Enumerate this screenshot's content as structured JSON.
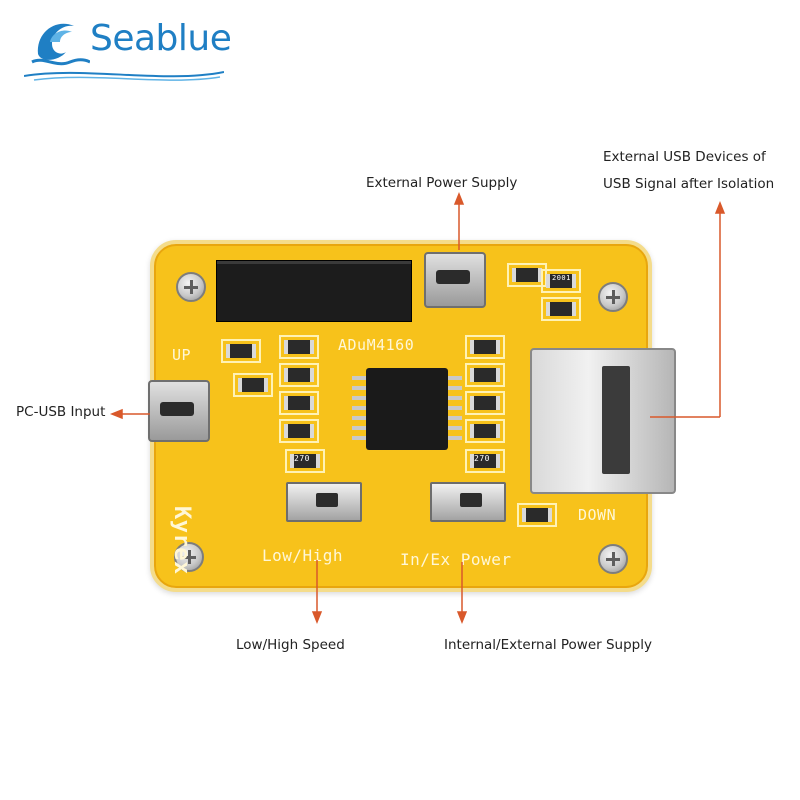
{
  "brand": {
    "name": "Seablue",
    "color": "#1f7fc4"
  },
  "callouts": {
    "external_power": "External Power Supply",
    "usb_devices_line1": "External USB Devices of",
    "usb_devices_line2": "USB Signal after Isolation",
    "pc_usb_input": "PC-USB Input",
    "low_high_speed": "Low/High Speed",
    "internal_external_power": "Internal/External Power Supply"
  },
  "board": {
    "chip_label": "ADuM4160",
    "up_label": "UP",
    "down_label": "DOWN",
    "switch1_label": "Low/High",
    "switch2_label": "In/Ex Power",
    "maker_mark": "Kyrex",
    "resistor_code": "270",
    "resistor_code_alt": "2001",
    "board_color": "#f7c21b",
    "arrow_color": "#d9592b"
  }
}
